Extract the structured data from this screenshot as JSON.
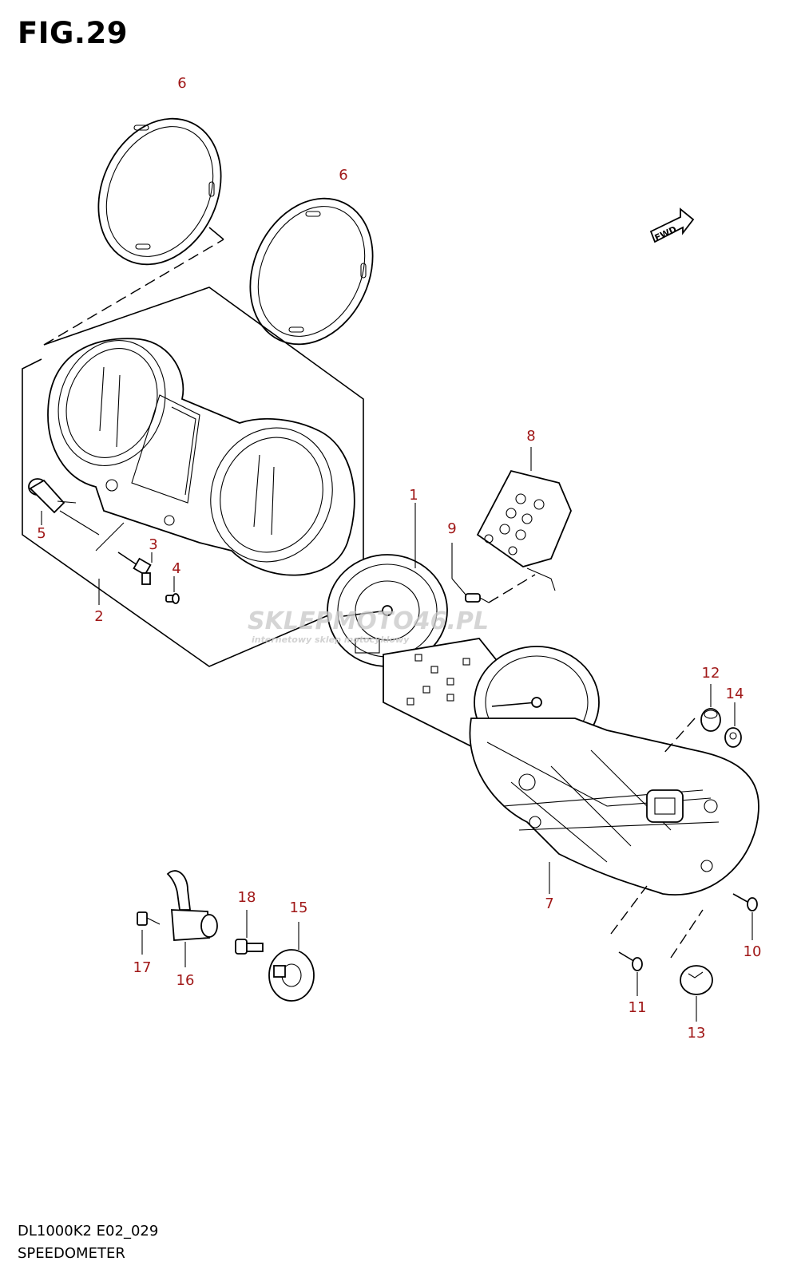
{
  "figure": {
    "title": "FIG.29"
  },
  "footer": {
    "model_code": "DL1000K2 E02_029",
    "section_name": "SPEEDOMETER"
  },
  "direction_tag": {
    "text": "FWD",
    "icon": "fwd-arrow-icon"
  },
  "watermark": {
    "brand": "SKLEPMOTO46.PL",
    "tagline": "internetowy sklep motocyklowy"
  },
  "callouts": [
    "1",
    "2",
    "3",
    "4",
    "5",
    "6",
    "6",
    "7",
    "8",
    "9",
    "10",
    "11",
    "12",
    "13",
    "14",
    "15",
    "16",
    "17",
    "18"
  ],
  "colors": {
    "callout": "#a01818",
    "line": "#000000",
    "watermark": "#c8c8c8",
    "watermark_accent": "#e06a6a"
  }
}
